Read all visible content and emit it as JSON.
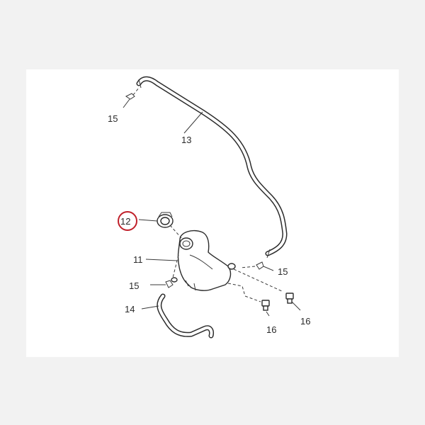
{
  "diagram": {
    "callouts": [
      {
        "id": "lbl-15-top",
        "text": "15"
      },
      {
        "id": "lbl-13",
        "text": "13"
      },
      {
        "id": "lbl-12",
        "text": "12"
      },
      {
        "id": "lbl-11",
        "text": "11"
      },
      {
        "id": "lbl-15-right",
        "text": "15"
      },
      {
        "id": "lbl-15-left",
        "text": "15"
      },
      {
        "id": "lbl-14",
        "text": "14"
      },
      {
        "id": "lbl-16-center",
        "text": "16"
      },
      {
        "id": "lbl-16-right",
        "text": "16"
      }
    ],
    "highlight": {
      "part": "12",
      "color": "#c0202a"
    }
  }
}
